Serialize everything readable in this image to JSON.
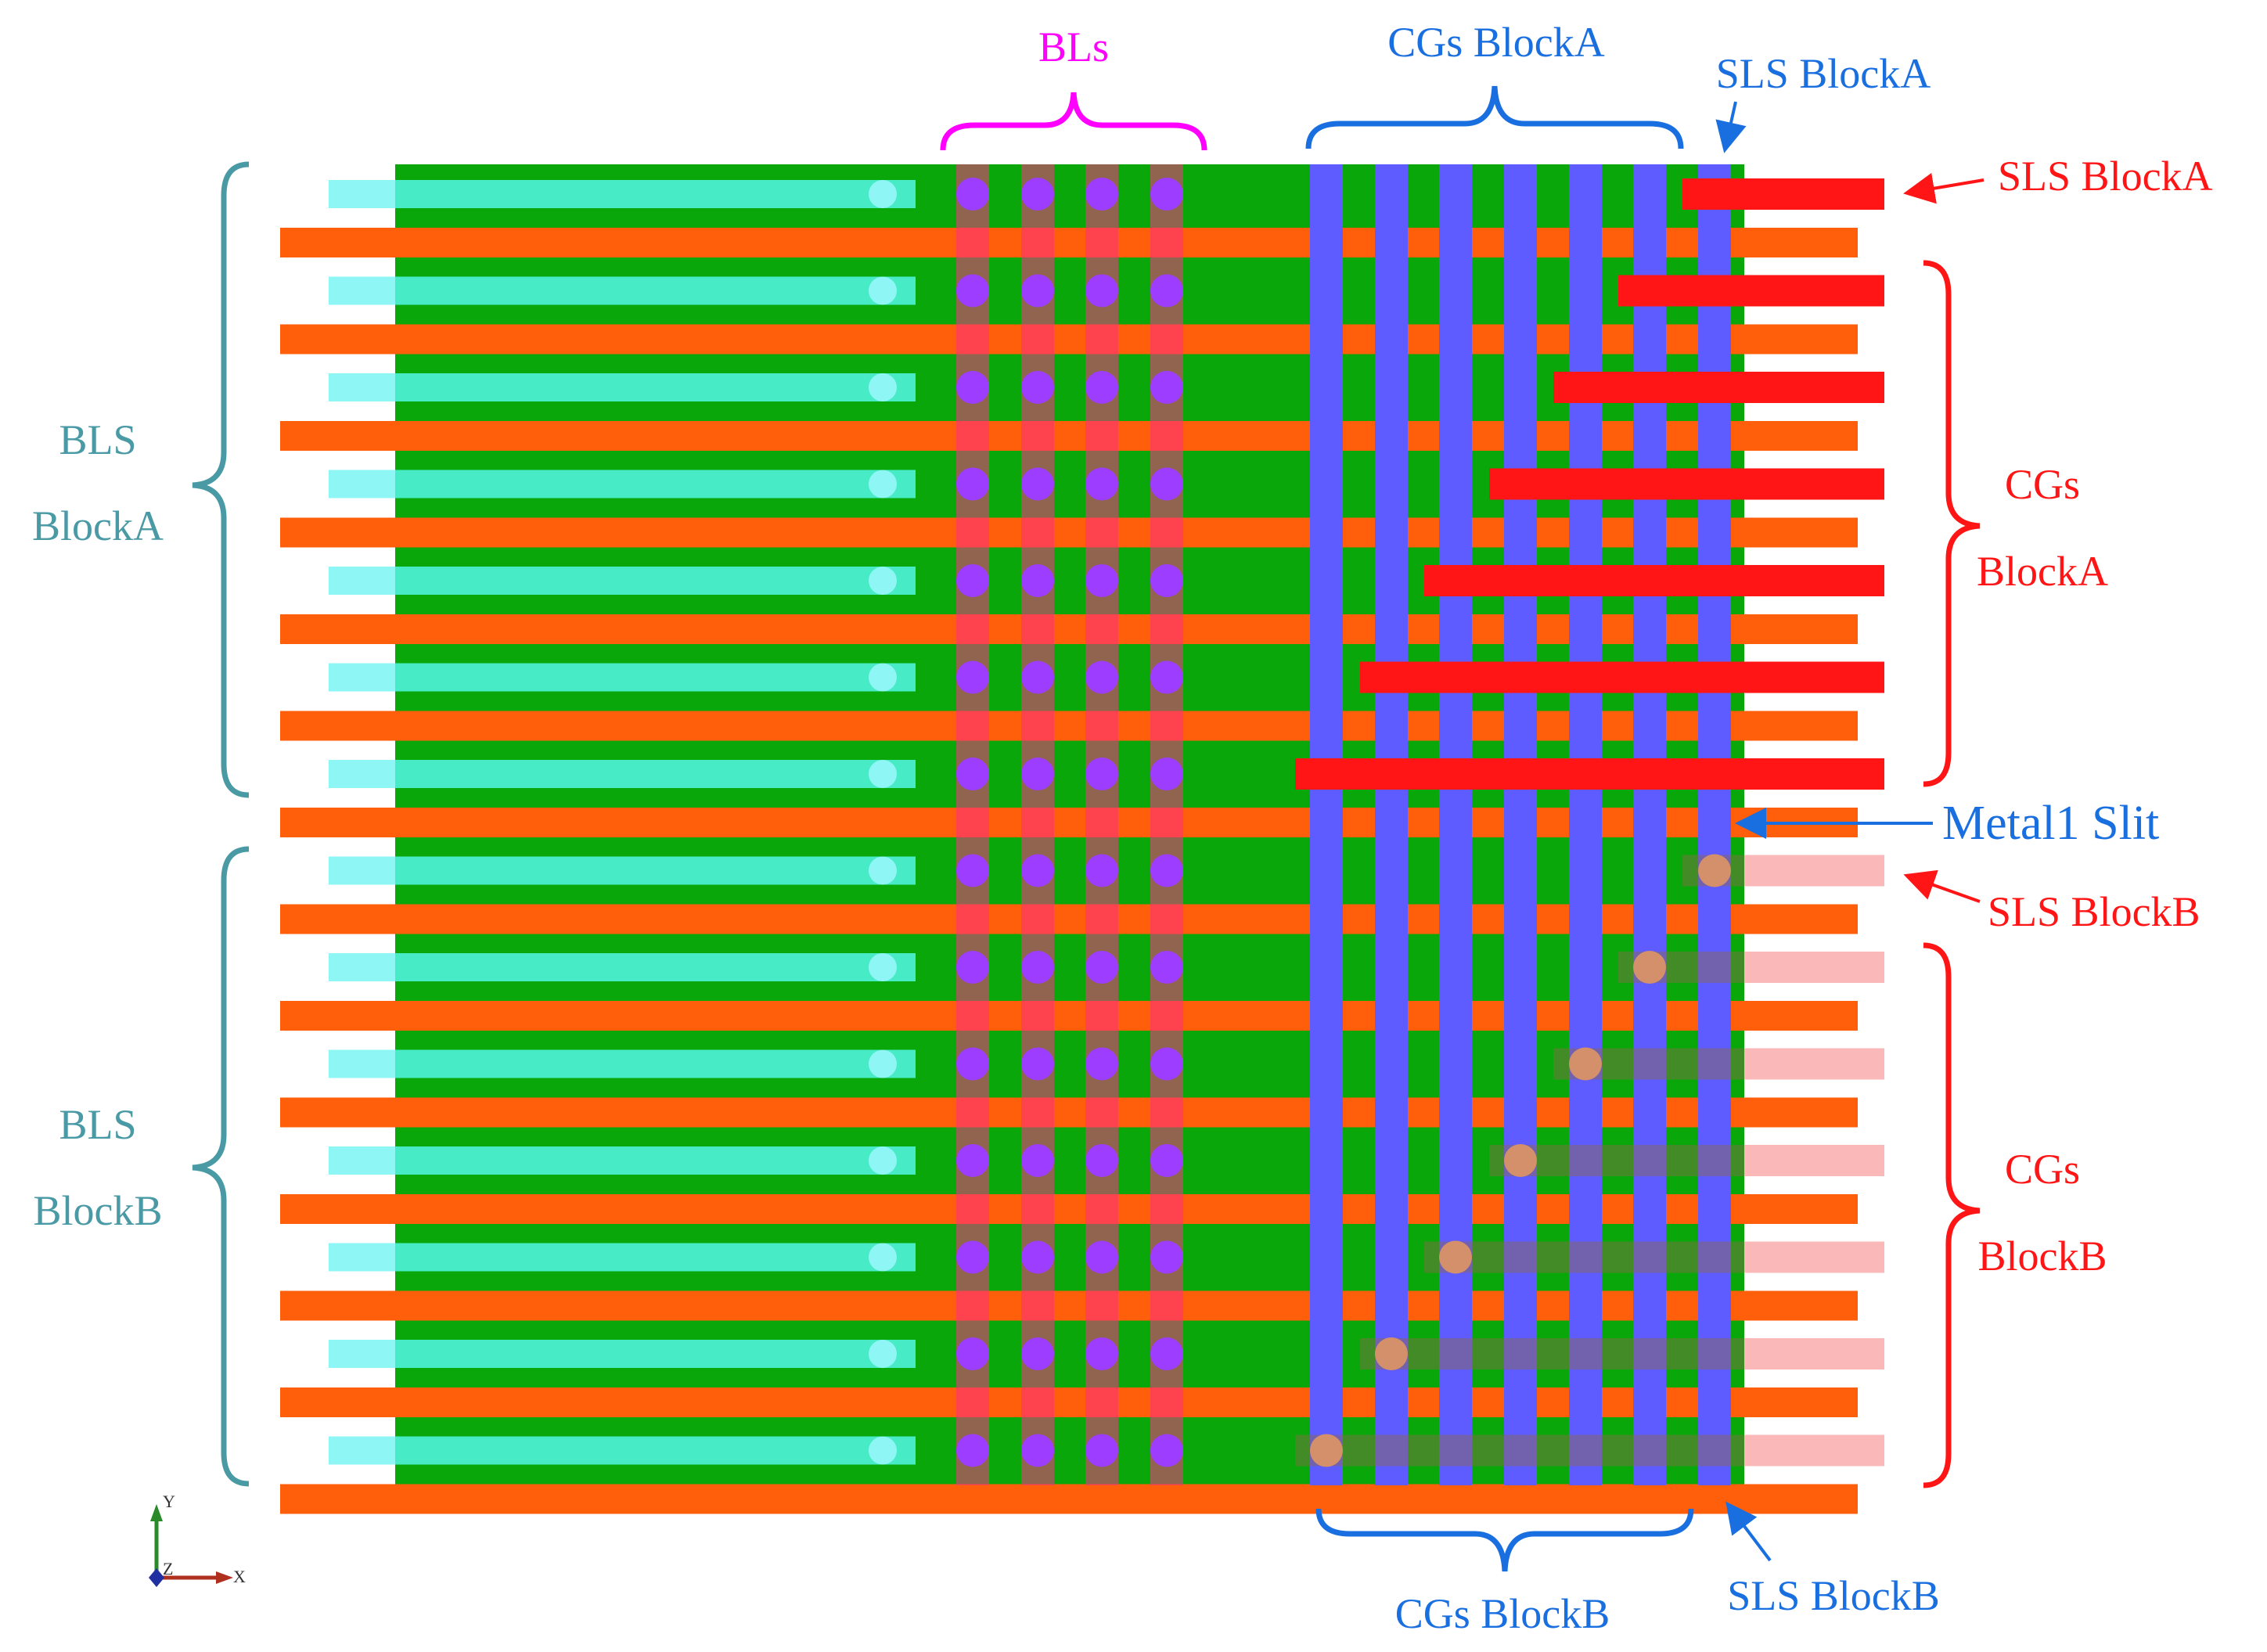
{
  "labels": {
    "bls": "BLs",
    "cgs_top": "CGs BlockA",
    "sls_top": "SLS BlockA",
    "sls_right_a": "SLS BlockA",
    "cgs_right_a_1": "CGs",
    "cgs_right_a_2": "BlockA",
    "metal1_slit": "Metal1 Slit",
    "sls_right_b": "SLS BlockB",
    "cgs_right_b_1": "CGs",
    "cgs_right_b_2": "BlockB",
    "bls_left_a_1": "BLS",
    "bls_left_a_2": "BlockA",
    "bls_left_b_1": "BLS",
    "bls_left_b_2": "BlockB",
    "cgs_bottom": "CGs BlockB",
    "sls_bottom": "SLS BlockB"
  },
  "axes": {
    "y": "Y",
    "z": "Z",
    "x": "X"
  },
  "colors": {
    "substrate": "#0aa70a",
    "orange_line": "#ff5e0a",
    "cyan_line": "#47ebc6",
    "cyan_end": "#8ff6f6",
    "bitline": "#ff2d86",
    "bitline_contact": "#9d3dff",
    "control_gate": "#5f5cff",
    "red_line": "#ff1515",
    "pink_line": "#fbb8b8",
    "contact_dot": "#d4906a",
    "label_magenta": "#ff00ff",
    "label_blue": "#1a6fe0",
    "label_red": "#ff1515",
    "label_teal": "#4a9aa5"
  }
}
